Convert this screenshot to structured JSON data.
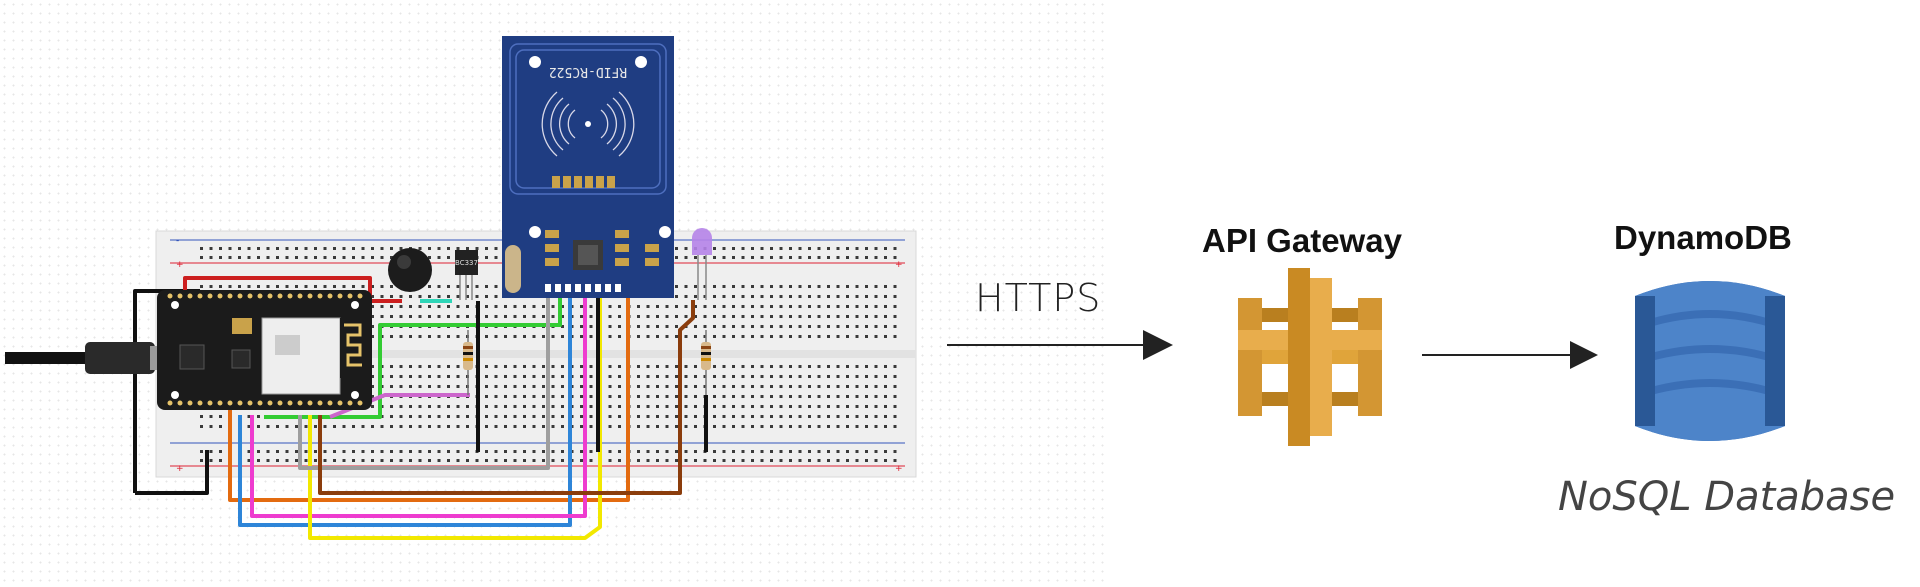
{
  "rfid_module": {
    "label": "RFID-RC522"
  },
  "transistor": {
    "label": "BC337"
  },
  "connections": [
    {
      "label": "HTTPS"
    }
  ],
  "api_gateway": {
    "title": "API Gateway",
    "icon": "api-gateway-icon",
    "color": "#e0a43a"
  },
  "dynamodb": {
    "title": "DynamoDB",
    "subtitle": "NoSQL Database",
    "icon": "dynamodb-icon",
    "color": "#3b6fb6"
  },
  "colors": {
    "breadboard": "#efefef",
    "esp_board": "#1b1b1b",
    "rfid_board": "#1f3d82",
    "rail_red": "#d22",
    "rail_blue": "#25b"
  }
}
